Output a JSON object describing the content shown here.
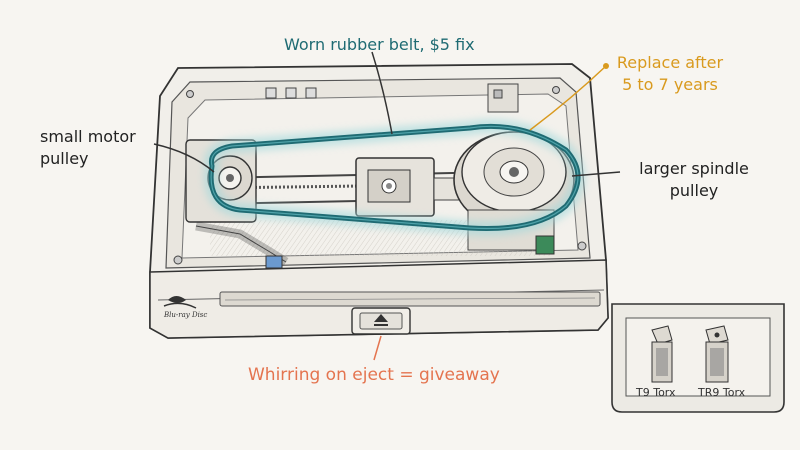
{
  "annotations": {
    "belt": "Worn rubber belt, $5 fix",
    "replace_line1": "Replace after",
    "replace_line2": "5 to 7 years",
    "motor_line1": "small motor",
    "motor_line2": "pulley",
    "spindle_line1": "larger spindle",
    "spindle_line2": "pulley",
    "eject": "Whirring on eject = giveaway"
  },
  "tools": [
    {
      "label": "T9 Torx"
    },
    {
      "label": "TR9 Torx"
    }
  ],
  "logo": {
    "text": "Blu-ray Disc",
    "icon": "blu-ray-logo-icon"
  },
  "colors": {
    "belt": "#1f6b73",
    "belt_glow": "#9fd8dc",
    "belt_label": "#1f6b73",
    "replace_label": "#d99a1e",
    "eject_label": "#e4744f",
    "line": "#333333",
    "background": "#f7f5f1"
  }
}
